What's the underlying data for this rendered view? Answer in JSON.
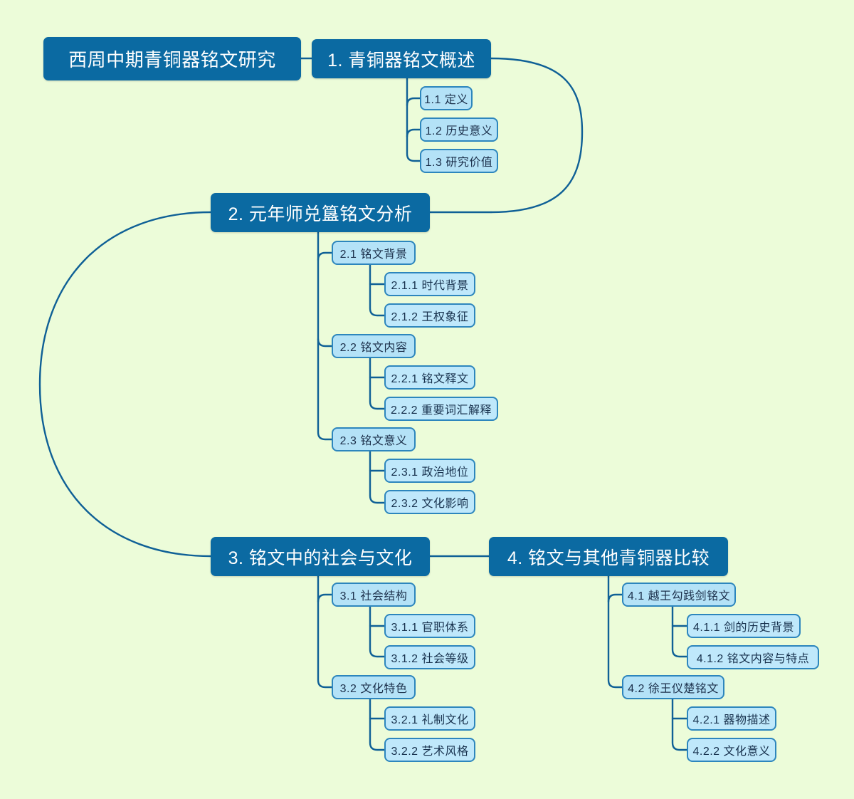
{
  "diagram": {
    "type": "mindmap",
    "background_color": "#ecfcd9",
    "node_fill_primary": "#0b6aa2",
    "node_fill_secondary": "#b4e2f7",
    "node_fill_tertiary": "#bfe8fb",
    "edge_color": "#0f6096",
    "primary_text_color": "#ffffff",
    "secondary_text_color": "#1b2f4a"
  },
  "root": {
    "label": "西周中期青铜器铭文研究"
  },
  "branches": [
    {
      "label": "1. 青铜器铭文概述",
      "children": [
        {
          "label": "1.1 定义",
          "children": []
        },
        {
          "label": "1.2 历史意义",
          "children": []
        },
        {
          "label": "1.3 研究价值",
          "children": []
        }
      ]
    },
    {
      "label": "2. 元年师兑簋铭文分析",
      "children": [
        {
          "label": "2.1 铭文背景",
          "children": [
            {
              "label": "2.1.1 时代背景"
            },
            {
              "label": "2.1.2 王权象征"
            }
          ]
        },
        {
          "label": "2.2 铭文内容",
          "children": [
            {
              "label": "2.2.1 铭文释文"
            },
            {
              "label": "2.2.2 重要词汇解释"
            }
          ]
        },
        {
          "label": "2.3 铭文意义",
          "children": [
            {
              "label": "2.3.1 政治地位"
            },
            {
              "label": "2.3.2 文化影响"
            }
          ]
        }
      ]
    },
    {
      "label": "3. 铭文中的社会与文化",
      "children": [
        {
          "label": "3.1 社会结构",
          "children": [
            {
              "label": "3.1.1 官职体系"
            },
            {
              "label": "3.1.2 社会等级"
            }
          ]
        },
        {
          "label": "3.2 文化特色",
          "children": [
            {
              "label": "3.2.1 礼制文化"
            },
            {
              "label": "3.2.2 艺术风格"
            }
          ]
        }
      ]
    },
    {
      "label": "4. 铭文与其他青铜器比较",
      "children": [
        {
          "label": "4.1 越王勾践剑铭文",
          "children": [
            {
              "label": "4.1.1 剑的历史背景"
            },
            {
              "label": "4.1.2 铭文内容与特点"
            }
          ]
        },
        {
          "label": "4.2 徐王仪楚铭文",
          "children": [
            {
              "label": "4.2.1 器物描述"
            },
            {
              "label": "4.2.2 文化意义"
            }
          ]
        }
      ]
    }
  ]
}
